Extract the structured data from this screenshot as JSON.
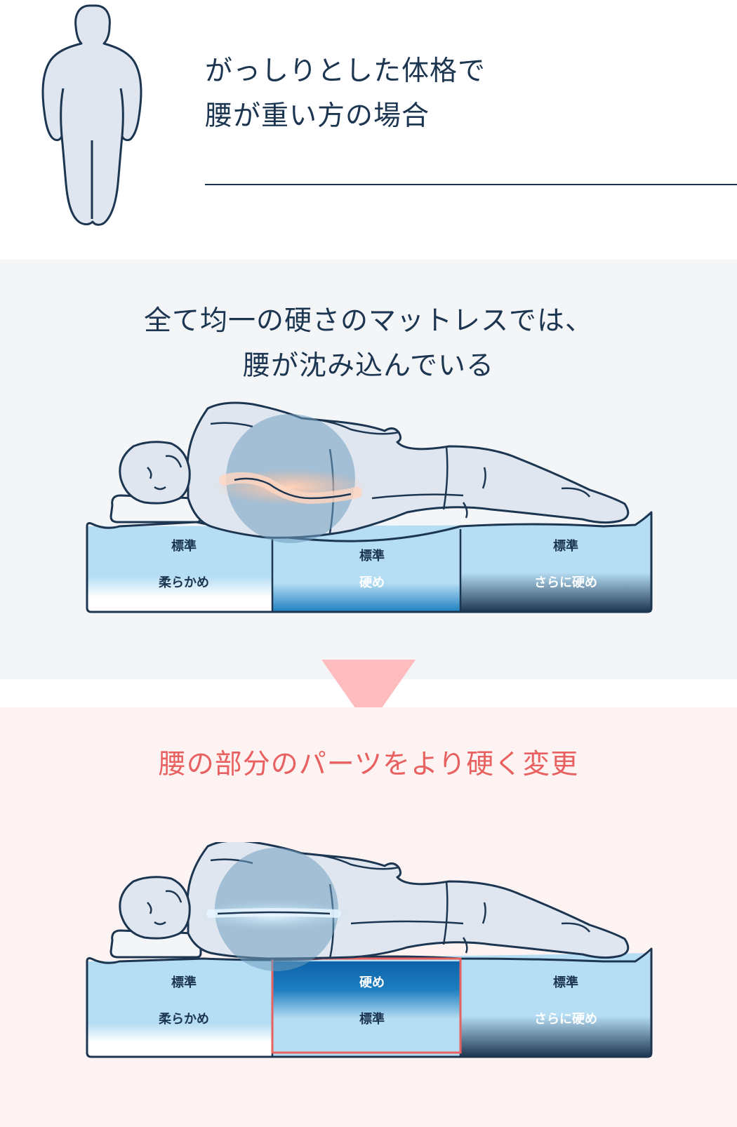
{
  "header": {
    "title_lines": [
      "がっしりとした体格で",
      "腰が重い方の場合"
    ]
  },
  "before": {
    "caption_lines": [
      "全て均一の硬さのマットレスでは、",
      "腰が沈み込んでいる"
    ],
    "zones": [
      {
        "top": "標準",
        "bottom": "柔らかめ"
      },
      {
        "top": "標準",
        "bottom": "硬め"
      },
      {
        "top": "標準",
        "bottom": "さらに硬め"
      }
    ]
  },
  "after": {
    "caption": "腰の部分のパーツをより硬く変更",
    "zones": [
      {
        "top": "標準",
        "bottom": "柔らかめ"
      },
      {
        "top": "硬め",
        "bottom": "標準"
      },
      {
        "top": "標準",
        "bottom": "さらに硬め"
      }
    ]
  },
  "colors": {
    "navy": "#1c3550",
    "accent_pink": "#e8605f",
    "arrow_pink": "#ffbcbf",
    "mattress_light": "#b5ddf3",
    "mattress_blue": "#1d7fc0",
    "mattress_dark": "#1c3550",
    "body_fill": "#dfe6ef",
    "highlight_circle": "#6f9fbf"
  }
}
